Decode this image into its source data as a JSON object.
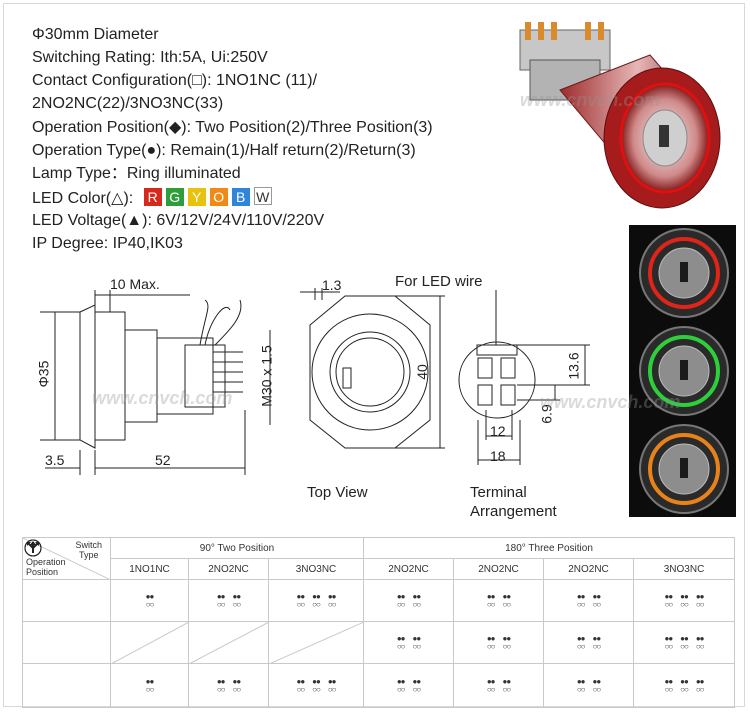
{
  "specs": {
    "diameter": "Φ30mm Diameter",
    "switching_rating": "Switching Rating: Ith:5A, Ui:250V",
    "contact_config_1": "Contact Configuration(□): 1NO1NC (11)/",
    "contact_config_2": "2NO2NC(22)/3NO3NC(33)",
    "operation_position": "Operation Position(◆): Two Position(2)/Three Position(3)",
    "operation_type": "Operation Type(●): Remain(1)/Half return(2)/Return(3)",
    "lamp_type": "Lamp Type：Ring illuminated",
    "led_color_label": "LED Color(△):",
    "led_voltage": "LED Voltage(▲): 6V/12V/24V/110V/220V",
    "ip_degree": "IP Degree: IP40,IK03"
  },
  "led_colors": [
    {
      "letter": "R",
      "color": "#d6281c"
    },
    {
      "letter": "G",
      "color": "#2e9d3a"
    },
    {
      "letter": "Y",
      "color": "#e8c20c"
    },
    {
      "letter": "O",
      "color": "#ef8a17"
    },
    {
      "letter": "B",
      "color": "#2f86d9"
    },
    {
      "letter": "W",
      "color": "#ffffff"
    }
  ],
  "drawing": {
    "ten_max": "10 Max.",
    "dim_35": "Φ35",
    "dim_3_5": "3.5",
    "dim_52": "52",
    "dim_1_3": "1.3",
    "dim_m30": "M30 x 1.5",
    "dim_40": "40",
    "for_led_wire": "For LED wire",
    "dim_13_6": "13.6",
    "dim_6_9": "6.9",
    "dim_12": "12",
    "dim_18": "18",
    "top_view": "Top View",
    "terminal_1": "Terminal",
    "terminal_2": "Arrangement"
  },
  "table": {
    "switch_type": "Switch\nType",
    "operation_position": "Operation\nPosition",
    "group_90": "90°  Two Position",
    "group_180": "180°  Three Position",
    "columns": [
      "1NO1NC",
      "2NO2NC",
      "3NO3NC",
      "2NO2NC",
      "2NO2NC",
      "2NO2NC",
      "3NO3NC"
    ]
  },
  "watermark": "www.cnvch.com"
}
